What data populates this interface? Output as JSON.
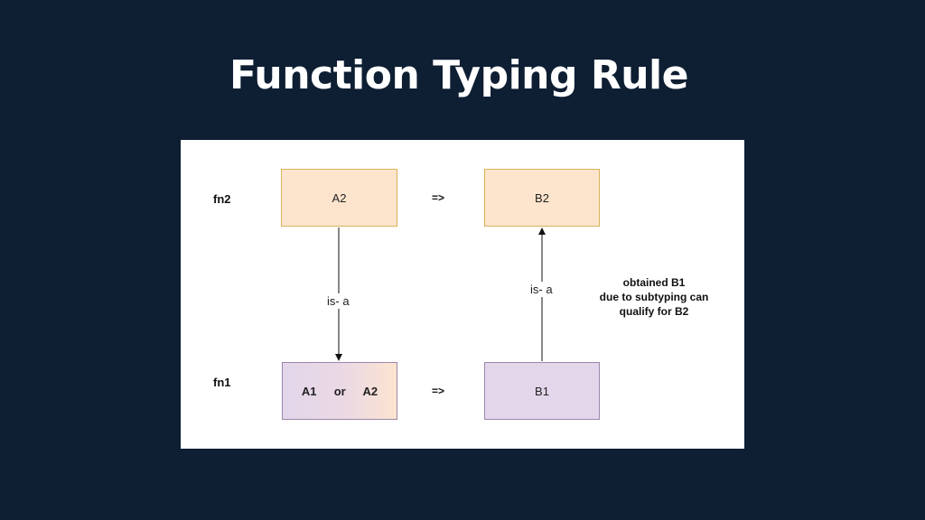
{
  "slide": {
    "title": "Function Typing Rule"
  },
  "diagram": {
    "rows": {
      "fn2": "fn2",
      "fn1": "fn1"
    },
    "boxes": {
      "a2": "A2",
      "b2": "B2",
      "a1_or_a2": "A1  or  A2",
      "b1": "B1"
    },
    "implies": "=>",
    "edges": {
      "left": "is- a",
      "right": "is- a"
    },
    "note": [
      "obtained B1",
      "due to subtyping can",
      "qualify for B2"
    ],
    "colors": {
      "background": "#0e1e33",
      "orange_fill": "#fde5cd",
      "orange_border": "#d9b25a",
      "purple_fill": "#e3d6ea",
      "purple_border": "#9b86ab"
    }
  }
}
